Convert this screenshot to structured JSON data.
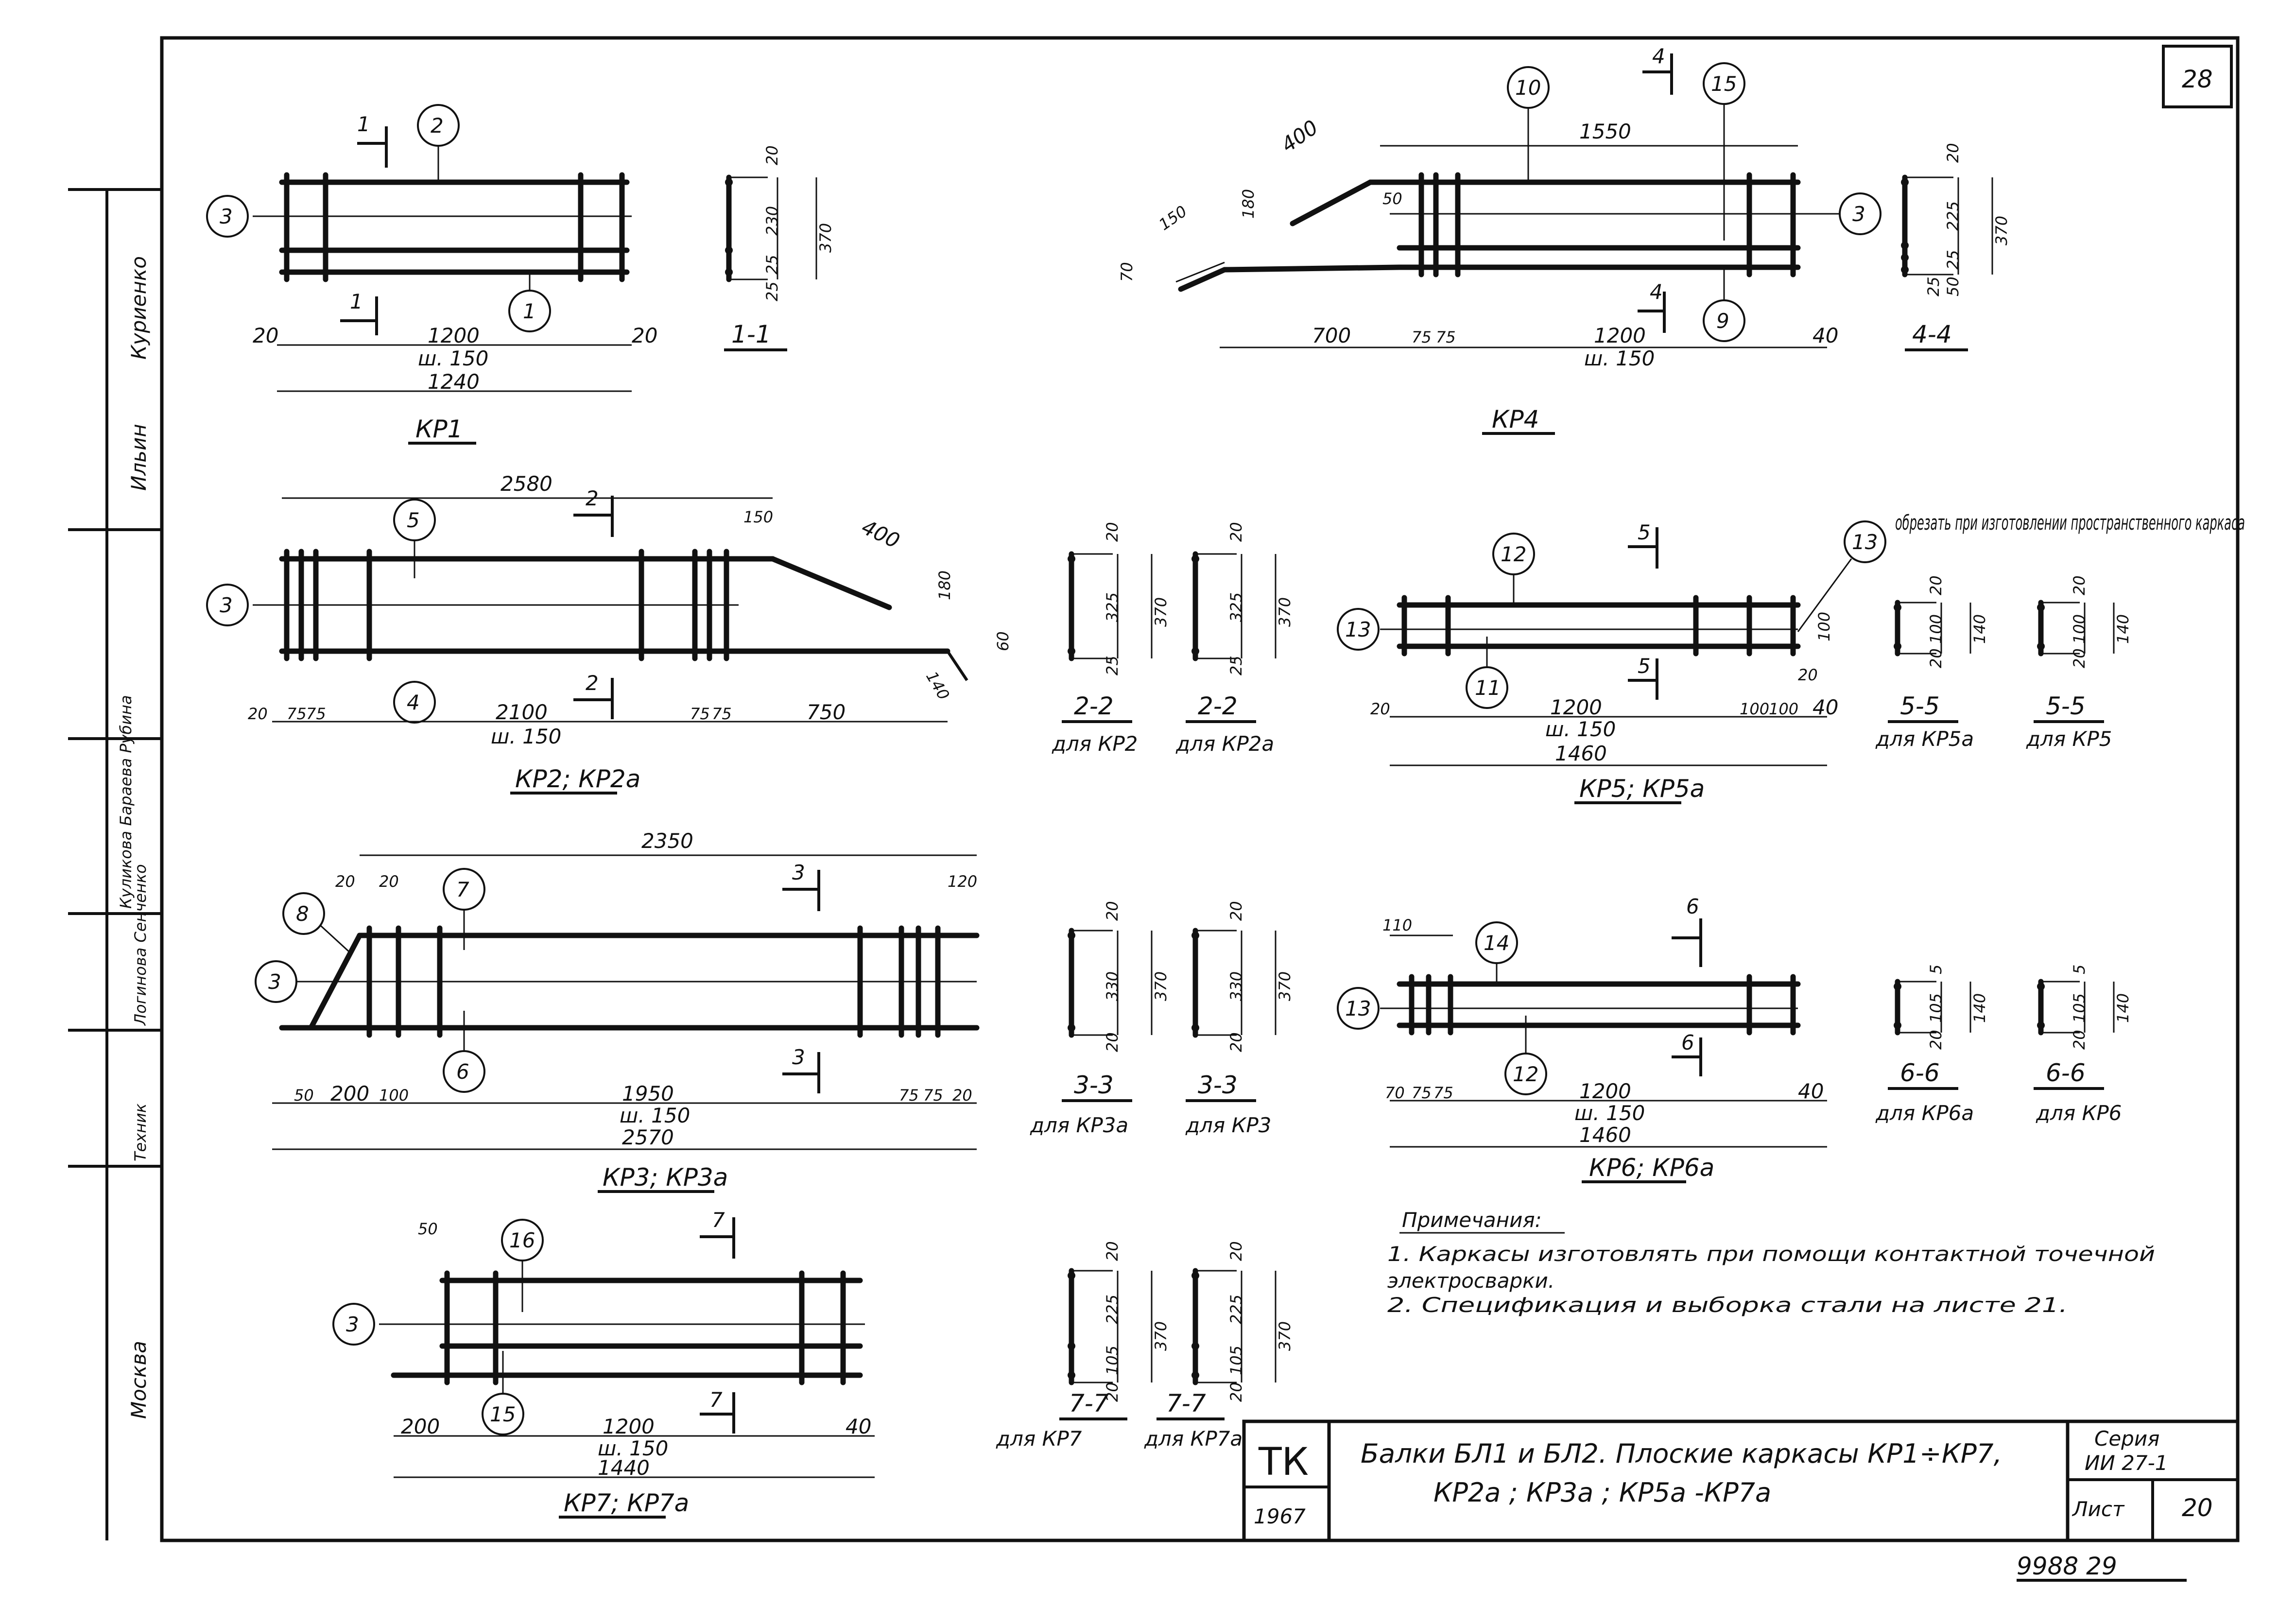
{
  "sheet_number_corner": "28",
  "views": {
    "kp1": {
      "title": "КР1",
      "pos1": "2",
      "pos3": "3",
      "pos1b": "1",
      "cut": "1",
      "section": "1-1",
      "len": "1200",
      "step": "ш. 150",
      "total": "1240",
      "end_l": "20",
      "end_r": "20",
      "sec_dims": [
        "20",
        "230",
        "370",
        "25",
        "25"
      ]
    },
    "kp4": {
      "title": "КР4",
      "pos10": "10",
      "pos15": "15",
      "pos3": "3",
      "pos9": "9",
      "cut": "4",
      "section": "4-4",
      "d400": "400",
      "d150": "150",
      "d180": "180",
      "d70": "70",
      "d50": "50",
      "d1550": "1550",
      "d700": "700",
      "d75a": "75",
      "d75b": "75",
      "d1200": "1200",
      "step": "ш. 150",
      "d40": "40",
      "sec_dims": [
        "20",
        "225",
        "370",
        "25",
        "50",
        "25"
      ]
    },
    "kp2": {
      "title": "КР2; КР2а",
      "pos5": "5",
      "pos3": "3",
      "pos4": "4",
      "cut": "2",
      "d2580": "2580",
      "d150": "150",
      "d400": "400",
      "d180": "180",
      "d60": "60",
      "d140": "140",
      "d20": "20",
      "d75a": "75",
      "d75b": "75",
      "d2100": "2100",
      "step": "ш. 150",
      "d75c": "75",
      "d75d": "75",
      "d750": "750"
    },
    "sec22a": {
      "title": "2-2",
      "sub": "для КР2",
      "dims": [
        "20",
        "325",
        "370",
        "25"
      ]
    },
    "sec22b": {
      "title": "2-2",
      "sub": "для КР2а",
      "dims": [
        "20",
        "325",
        "370",
        "25"
      ]
    },
    "kp5": {
      "title": "КР5; КР5а",
      "pos12": "12",
      "pos13a": "13",
      "pos13b": "13",
      "pos11": "11",
      "cut": "5",
      "note": "обрезать при изготовлении пространственного каркаса",
      "d100": "100",
      "d20r": "20",
      "d20": "20",
      "d1200": "1200",
      "step": "ш. 150",
      "d100a": "100",
      "d100b": "100",
      "d40": "40",
      "d1460": "1460"
    },
    "sec55a": {
      "title": "5-5",
      "sub": "для КР5а",
      "dims": [
        "20",
        "100",
        "140",
        "20"
      ]
    },
    "sec55b": {
      "title": "5-5",
      "sub": "для КР5",
      "dims": [
        "20",
        "100",
        "140",
        "20"
      ]
    },
    "kp3": {
      "title": "КР3; КР3а",
      "pos7": "7",
      "pos8": "8",
      "pos3": "3",
      "pos6": "6",
      "cut": "3",
      "d2350": "2350",
      "d20a": "20",
      "d20b": "20",
      "d120": "120",
      "d50": "50",
      "d200": "200",
      "d100": "100",
      "d1950": "1950",
      "step": "ш. 150",
      "d75a": "75",
      "d75b": "75",
      "d20": "20",
      "d2570": "2570"
    },
    "sec33a": {
      "title": "3-3",
      "sub": "для КР3а",
      "dims": [
        "20",
        "330",
        "370",
        "20"
      ]
    },
    "sec33b": {
      "title": "3-3",
      "sub": "для КР3",
      "dims": [
        "20",
        "330",
        "370",
        "20"
      ]
    },
    "kp6": {
      "title": "КР6; КР6а",
      "pos14": "14",
      "pos13": "13",
      "pos12": "12",
      "cut": "6",
      "d110": "110",
      "d70": "70",
      "d75a": "75",
      "d75b": "75",
      "d1200": "1200",
      "step": "ш. 150",
      "d40": "40",
      "d1460": "1460"
    },
    "sec66a": {
      "title": "6-6",
      "sub": "для КР6а",
      "dims": [
        "5",
        "105",
        "140",
        "20"
      ]
    },
    "sec66b": {
      "title": "6-6",
      "sub": "для КР6",
      "dims": [
        "5",
        "105",
        "140",
        "20"
      ]
    },
    "kp7": {
      "title": "КР7; КР7а",
      "pos16": "16",
      "pos3": "3",
      "pos15": "15",
      "cut": "7",
      "d50": "50",
      "d200": "200",
      "d1200": "1200",
      "step": "ш. 150",
      "d40": "40",
      "d1440": "1440"
    },
    "sec77a": {
      "title": "7-7",
      "sub": "для КР7",
      "dims": [
        "20",
        "225",
        "370",
        "105",
        "20"
      ]
    },
    "sec77b": {
      "title": "7-7",
      "sub": "для КР7а",
      "dims": [
        "20",
        "225",
        "370",
        "105",
        "20"
      ]
    }
  },
  "notes": {
    "heading": "Примечания:",
    "line1": "1. Каркасы изготовлять при помощи контактной точечной",
    "line2": "электросварки.",
    "line3": "2. Спецификация и выборка стали на листе 21."
  },
  "title_block": {
    "org": "ТК",
    "year": "1967",
    "title1": "Балки БЛ1 и БЛ2. Плоские каркасы КР1÷КР7,",
    "title2": "КР2а ; КР3а ; КР5а -КР7а",
    "series_label": "Серия",
    "series": "ИИ 27-1",
    "sheet_label": "Лист",
    "sheet": "20"
  },
  "margin_stamps": [
    "Куриенко",
    "Ильин",
    "Куликова Бараева Рубина",
    "Логинова Сенченко",
    "Техник",
    "Москва"
  ],
  "bottom_number": "9988 29"
}
